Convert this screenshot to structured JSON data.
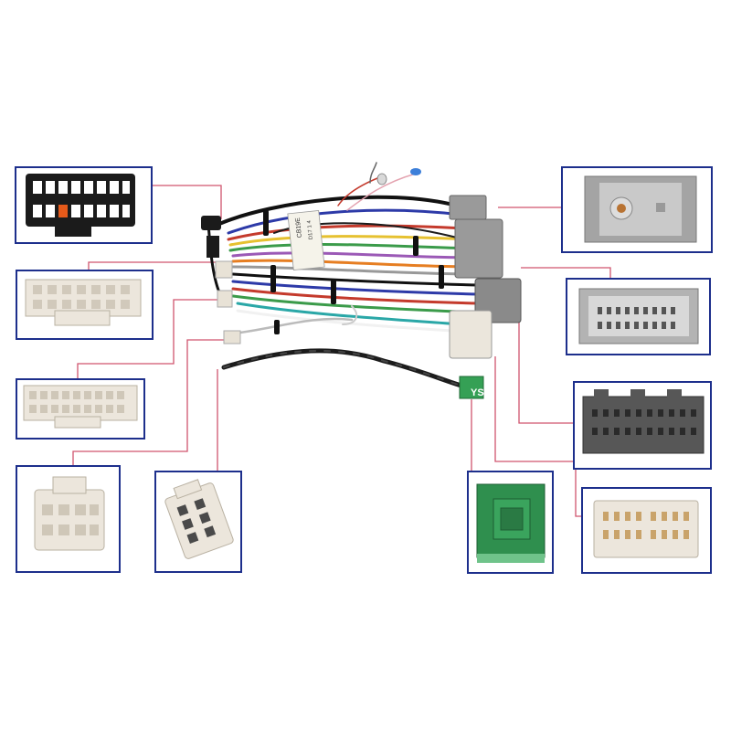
{
  "harness": {
    "label_lines": [
      "CB19E",
      "D17 1 4"
    ]
  },
  "watermark": {
    "text": "YS"
  },
  "colors": {
    "panel_border": "#1d2f8c",
    "leader_line": "#d0546e",
    "connector_black": "#1b1b1b",
    "connector_white": "#ece6dc",
    "connector_gray": "#8f8f8f",
    "connector_green": "#2f8f4e"
  },
  "connectors": [
    {
      "id": "iso-black-16pin",
      "color": "black"
    },
    {
      "id": "white-20pin",
      "color": "white"
    },
    {
      "id": "white-24pin",
      "color": "white"
    },
    {
      "id": "white-8pin",
      "color": "white"
    },
    {
      "id": "white-6pin",
      "color": "white"
    },
    {
      "id": "gray-antenna",
      "color": "gray"
    },
    {
      "id": "gray-24pin",
      "color": "gray"
    },
    {
      "id": "dark-gray-28pin",
      "color": "dark-gray"
    },
    {
      "id": "green-2pin",
      "color": "green"
    },
    {
      "id": "white-16pin",
      "color": "white"
    }
  ]
}
